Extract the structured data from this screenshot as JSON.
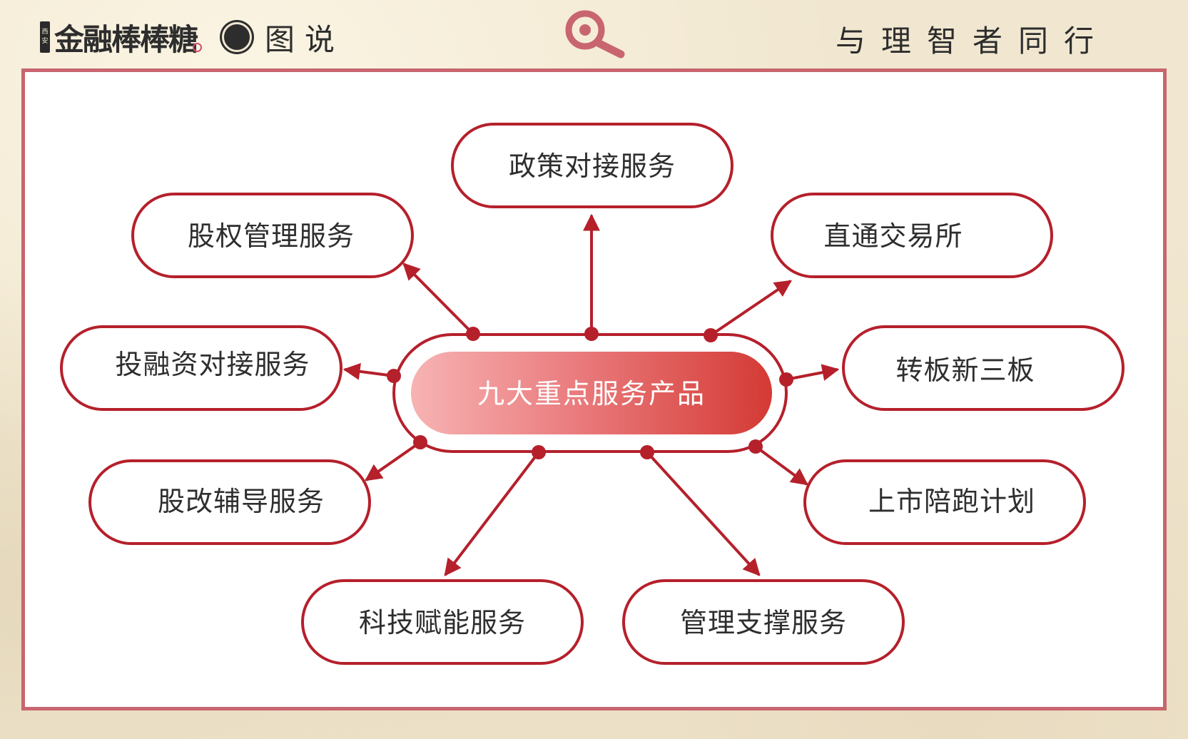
{
  "header": {
    "brand_seal": "西安",
    "brand_name": "金融棒棒糖",
    "brand_sub": "图说",
    "slogan": "与理智者同行"
  },
  "diagram": {
    "center": "九大重点服务产品",
    "nodes": [
      {
        "id": "policy",
        "label": "政策对接服务"
      },
      {
        "id": "equity-mgmt",
        "label": "股权管理服务"
      },
      {
        "id": "exchange",
        "label": "直通交易所"
      },
      {
        "id": "financing",
        "label": "投融资对接服务"
      },
      {
        "id": "board-transfer",
        "label": "转板新三板"
      },
      {
        "id": "reform",
        "label": "股改辅导服务"
      },
      {
        "id": "listing",
        "label": "上市陪跑计划"
      },
      {
        "id": "tech",
        "label": "科技赋能服务"
      },
      {
        "id": "mgmt-support",
        "label": "管理支撑服务"
      }
    ]
  },
  "colors": {
    "accent": "#b5202b",
    "center_fill_light": "#f3a0a2",
    "center_fill_dark": "#d23a3a",
    "frame": "#c8656e",
    "background": "#f1e7d0"
  }
}
